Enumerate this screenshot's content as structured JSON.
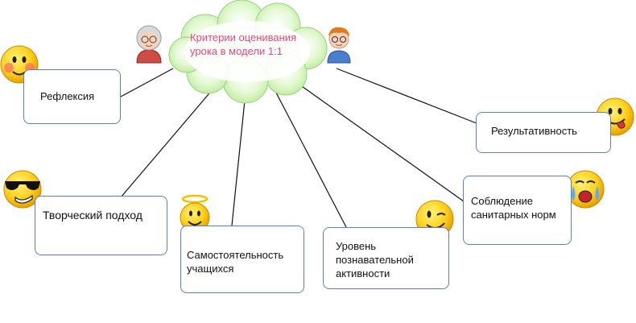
{
  "central": {
    "title": "Критерии оценивания\nурока в модели 1:1",
    "color": "#e8487a",
    "fill": "#c8f0b0"
  },
  "criteria": [
    {
      "label": "Рефлексия",
      "emoji": "blushing-smiley-icon"
    },
    {
      "label": "Творческий подход",
      "emoji": "sunglasses-smiley-icon"
    },
    {
      "label": "Самостоятельность\nучащихся",
      "emoji": "angel-smiley-icon"
    },
    {
      "label": "Уровень\nпознавательной\nактивности",
      "emoji": "winking-smiley-icon"
    },
    {
      "label": "Соблюдение\nсанитарных норм",
      "emoji": "crying-smiley-icon"
    },
    {
      "label": "Результативность",
      "emoji": "tongue-out-smiley-icon"
    }
  ],
  "border_color": "#5b7fc2"
}
